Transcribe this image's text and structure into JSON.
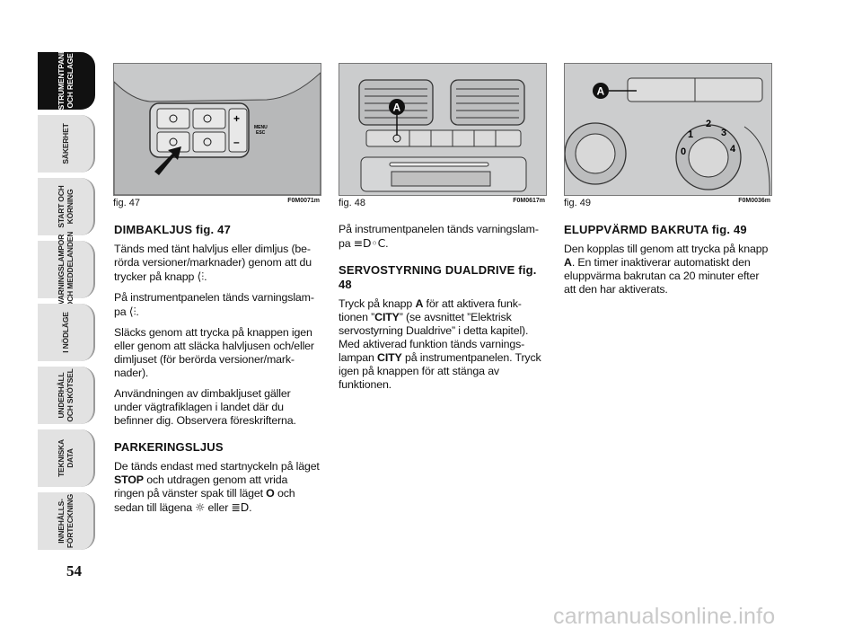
{
  "tabs": [
    {
      "label": "INSTRUMENTPANEL\nOCH REGLAGE",
      "active": true
    },
    {
      "label": "SÄKERHET",
      "active": false
    },
    {
      "label": "START OCH\nKÖRNING",
      "active": false
    },
    {
      "label": "VARNINGSLAMPOR\nOCH MEDDELANDEN",
      "active": false
    },
    {
      "label": "I NÖDLÄGE",
      "active": false
    },
    {
      "label": "UNDERHÅLL\nOCH SKÖTSEL",
      "active": false
    },
    {
      "label": "TEKNISKA\nDATA",
      "active": false
    },
    {
      "label": "INNEHÅLLS-\nFÖRTECKNING",
      "active": false
    }
  ],
  "page_number": "54",
  "figures": [
    {
      "caption": "fig. 47",
      "code": "F0M0071m",
      "labels": {
        "menu": "MENU\nESC",
        "plus": "+",
        "minus": "–"
      }
    },
    {
      "caption": "fig. 48",
      "code": "F0M0617m",
      "labels": {
        "marker": "A"
      }
    },
    {
      "caption": "fig. 49",
      "code": "F0M0036m",
      "labels": {
        "marker": "A",
        "d0": "0",
        "d1": "1",
        "d2": "2",
        "d3": "3",
        "d4": "4"
      }
    }
  ],
  "col1": {
    "h1": "DIMBAKLJUS fig. 47",
    "p1a": "Tänds med tänt halvljus eller dimljus (be­rörda versioner/marknader) genom att du trycker på knapp ",
    "p1sym": "⟨⫶",
    "p2a": "På instrumentpanelen tänds varningslam­pa ",
    "p2sym": "⟨⫶",
    "p3": "Släcks genom att trycka på knappen igen eller genom att släcka halvljusen och/el­ler dimljuset (för berörda versioner/mark­nader).",
    "p4": "Användningen av dimbakljuset gäller under vägtrafiklagen i landet där du befinner dig. Observera föreskrifterna.",
    "h2": "PARKERINGSLJUS",
    "p5a": "De tänds endast med startnyckeln på lä­get ",
    "p5b": "STOP",
    "p5c": " och utdragen genom att vrida ringen på vänster spak till läget ",
    "p5d": "O",
    "p5e": " och sedan till lägena ",
    "p5sym1": "☼",
    "p5f": " eller ",
    "p5sym2": "≣D",
    "dot": "."
  },
  "col2": {
    "p1a": "På instrumentpanelen tänds varningslam­pa ",
    "p1sym": "≡D◦C",
    "dot": ".",
    "h1": "SERVOSTYRNING DUALDRIVE fig. 48",
    "p2a": "Tryck på knapp ",
    "p2b": "A",
    "p2c": " för att aktivera funk­tionen ”",
    "p2d": "CITY",
    "p2e": "” (se avsnittet ”Elektrisk servostyrning Dualdrive” i detta kapitel). Med aktiverad funktion tänds varnings­lampan ",
    "p2f": "CITY",
    "p2g": " på instrumentpanelen. Tryck igen på knappen för att stänga av funktionen."
  },
  "col3": {
    "h1": "ELUPPVÄRMD BAKRUTA fig. 49",
    "p1a": "Den kopplas till genom att trycka på knapp ",
    "p1b": "A",
    "p1c": ". En timer inaktiverar automatiskt den eluppvärma bakrutan ca 20 minuter efter att den har aktiverats."
  },
  "watermark": "carmanualsonline.info"
}
